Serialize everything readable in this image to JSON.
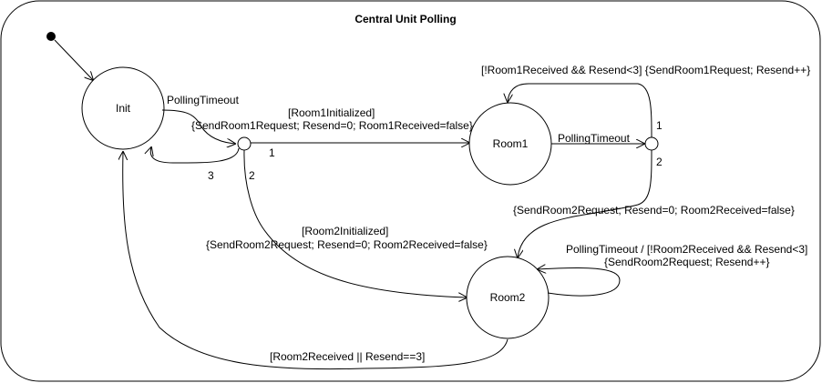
{
  "diagram": {
    "title": "Central Unit Polling",
    "states": {
      "init": "Init",
      "room1": "Room1",
      "room2": "Room2"
    },
    "labels": {
      "init_polling_timeout": "PollingTimeout",
      "room1_guard": "[Room1Initialized]",
      "room1_action": "{SendRoom1Request; Resend=0; Room1Received=false}",
      "choice1_branch1": "1",
      "choice1_branch2": "2",
      "choice1_branch3": "3",
      "room2_guard": "[Room2Initialized]",
      "room2_action": "{SendRoom2Request; Resend=0; Room2Received=false}",
      "room1_loop": "[!Room1Received && Resend<3] {SendRoom1Request; Resend++}",
      "room1_polling_timeout": "PollingTimeout",
      "choice2_branch1": "1",
      "choice2_branch2": "2",
      "room1_to_room2_action": "{SendRoom2Request; Resend=0; Room2Received=false}",
      "room2_loop_line1": "PollingTimeout / [!Room2Received && Resend<3]",
      "room2_loop_line2": "{SendRoom2Request; Resend++}",
      "room2_to_init_guard": "[Room2Received || Resend==3]"
    }
  }
}
